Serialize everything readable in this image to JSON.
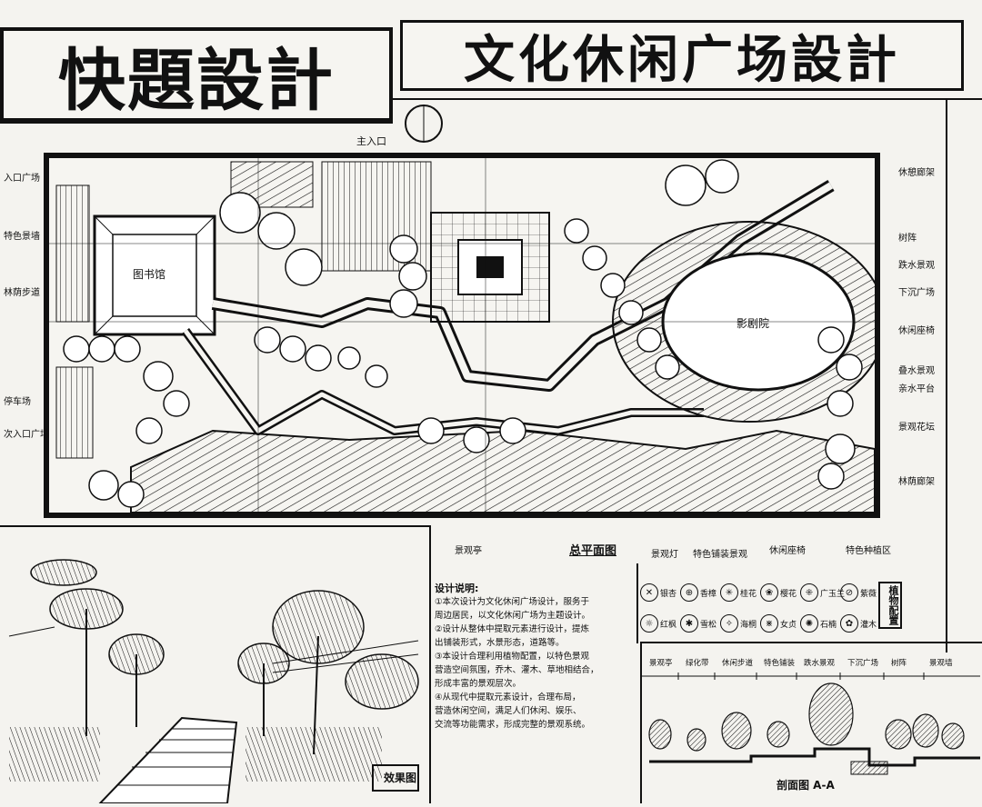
{
  "header": {
    "title_main": "快題設計",
    "title_sub": "文化休闲广场設計"
  },
  "plan": {
    "north_label": "主入口",
    "title": "总平面图",
    "museum": "图书馆",
    "cinema": "影剧院",
    "left_labels": [
      "入口广场",
      "特色景墙",
      "林荫步道",
      "停车场",
      "次入口广场"
    ],
    "right_labels": [
      "休憩廊架",
      "树阵",
      "跌水景观",
      "下沉广场",
      "休闲座椅",
      "叠水景观",
      "亲水平台",
      "景观花坛",
      "林荫廊架"
    ],
    "bottom_labels": [
      "景观亭",
      "景观灯",
      "特色铺装景观",
      "休闲座椅",
      "特色种植区"
    ]
  },
  "notes": {
    "heading": "设计说明:",
    "lines": [
      "①本次设计为文化休闲广场设计，服务于",
      "周边居民，以文化休闲广场为主题设计。",
      "②设计从整体中提取元素进行设计，提炼",
      "出铺装形式，水景形态，道路等。",
      "③本设计合理利用植物配置，以特色景观",
      "营造空间氛围，乔木、灌木、草地相结合，",
      "形成丰富的景观层次。",
      "④从现代中提取元素设计，合理布局，",
      "营造休闲空间，满足人们休闲、娱乐、",
      "交流等功能需求，形成完整的景观系统。"
    ]
  },
  "legend": {
    "title": "植物配置",
    "items": [
      "银杏",
      "香樟",
      "桂花",
      "樱花",
      "广玉兰",
      "紫薇",
      "红枫",
      "雪松",
      "海桐",
      "女贞",
      "石楠",
      "灌木"
    ]
  },
  "perspective": {
    "label": "效果图"
  },
  "section": {
    "label": "剖面图 A-A",
    "top_labels": [
      "景观亭",
      "绿化带",
      "休闲步道",
      "特色铺装",
      "跌水景观",
      "下沉广场",
      "树阵",
      "景观墙"
    ]
  }
}
